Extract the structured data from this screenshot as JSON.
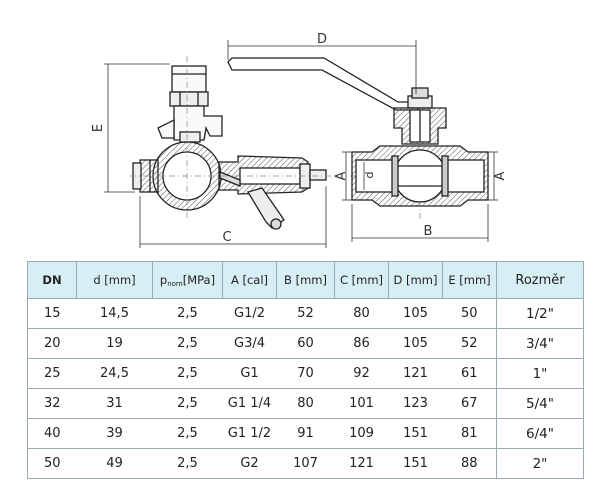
{
  "drawing": {
    "dimension_labels": {
      "d_top": "D",
      "e_left": "E",
      "c_bottom": "C",
      "b_bottom": "B",
      "a_left": "A",
      "a_right": "A",
      "d_inner": "d"
    }
  },
  "table": {
    "headers": [
      "DN",
      "d [mm]",
      "[MPa]",
      "A [cal]",
      "B [mm]",
      "C [mm]",
      "D [mm]",
      "E [mm]",
      "Rozměr"
    ],
    "pnom_prefix": "p",
    "pnom_sub": "nom",
    "rows": [
      [
        "15",
        "14,5",
        "2,5",
        "G1/2",
        "52",
        "80",
        "105",
        "50",
        "1/2\""
      ],
      [
        "20",
        "19",
        "2,5",
        "G3/4",
        "60",
        "86",
        "105",
        "52",
        "3/4\""
      ],
      [
        "25",
        "24,5",
        "2,5",
        "G1",
        "70",
        "92",
        "121",
        "61",
        "1\""
      ],
      [
        "32",
        "31",
        "2,5",
        "G1 1/4",
        "80",
        "101",
        "123",
        "67",
        "5/4\""
      ],
      [
        "40",
        "39",
        "2,5",
        "G1 1/2",
        "91",
        "109",
        "151",
        "81",
        "6/4\""
      ],
      [
        "50",
        "49",
        "2,5",
        "G2",
        "107",
        "121",
        "151",
        "88",
        "2\""
      ]
    ]
  }
}
